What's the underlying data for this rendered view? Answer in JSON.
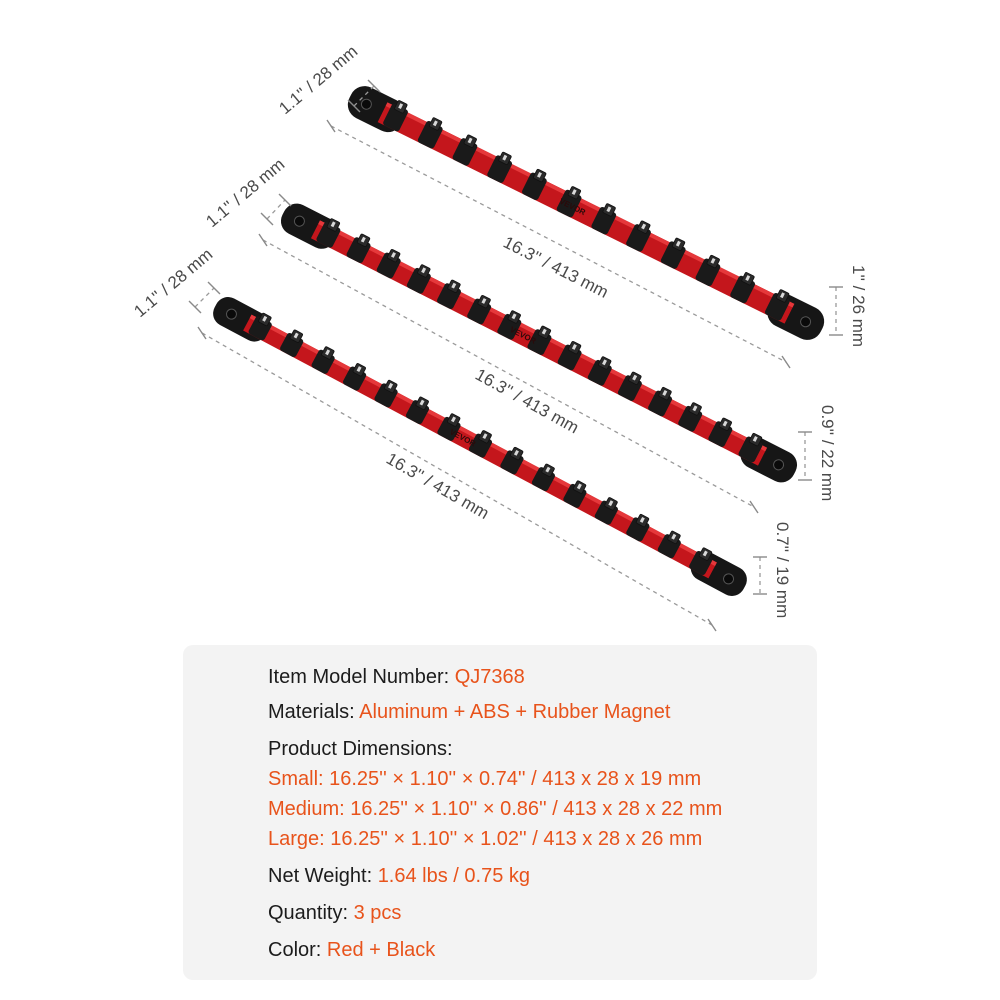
{
  "illustration": {
    "brand_label": "VEVOR",
    "colors": {
      "rail": "#c4161c",
      "rail_highlight": "#e5383b",
      "end_cap": "#161616",
      "spec_accent": "#e8531b"
    },
    "rails": [
      {
        "name": "large",
        "clip_count": 12,
        "length_label": "16.3'' / 413 mm",
        "width_label": "1.1'' / 28 mm",
        "height_label": "1'' / 26 mm"
      },
      {
        "name": "medium",
        "clip_count": 15,
        "length_label": "16.3'' / 413 mm",
        "width_label": "1.1'' / 28 mm",
        "height_label": "0.9'' / 22 mm"
      },
      {
        "name": "small",
        "clip_count": 15,
        "length_label": "16.3'' / 413 mm",
        "width_label": "1.1'' / 28 mm",
        "height_label": "0.7'' / 19 mm"
      }
    ]
  },
  "specs": {
    "model": {
      "label": "Item Model Number: ",
      "value": "QJ7368"
    },
    "materials": {
      "label": "Materials: ",
      "value": "Aluminum + ABS + Rubber Magnet"
    },
    "dimensions": {
      "label": "Product Dimensions:",
      "small": "Small: 16.25'' × 1.10'' × 0.74'' / 413 x 28 x 19 mm",
      "medium": "Medium: 16.25'' × 1.10'' × 0.86'' / 413 x 28 x 22 mm",
      "large": "Large: 16.25'' × 1.10'' × 1.02'' / 413 x 28 x 26 mm"
    },
    "weight": {
      "label": "Net Weight: ",
      "value": "1.64 lbs / 0.75 kg"
    },
    "quantity": {
      "label": "Quantity: ",
      "value": "3 pcs"
    },
    "color": {
      "label": "Color: ",
      "value": "Red + Black"
    }
  }
}
